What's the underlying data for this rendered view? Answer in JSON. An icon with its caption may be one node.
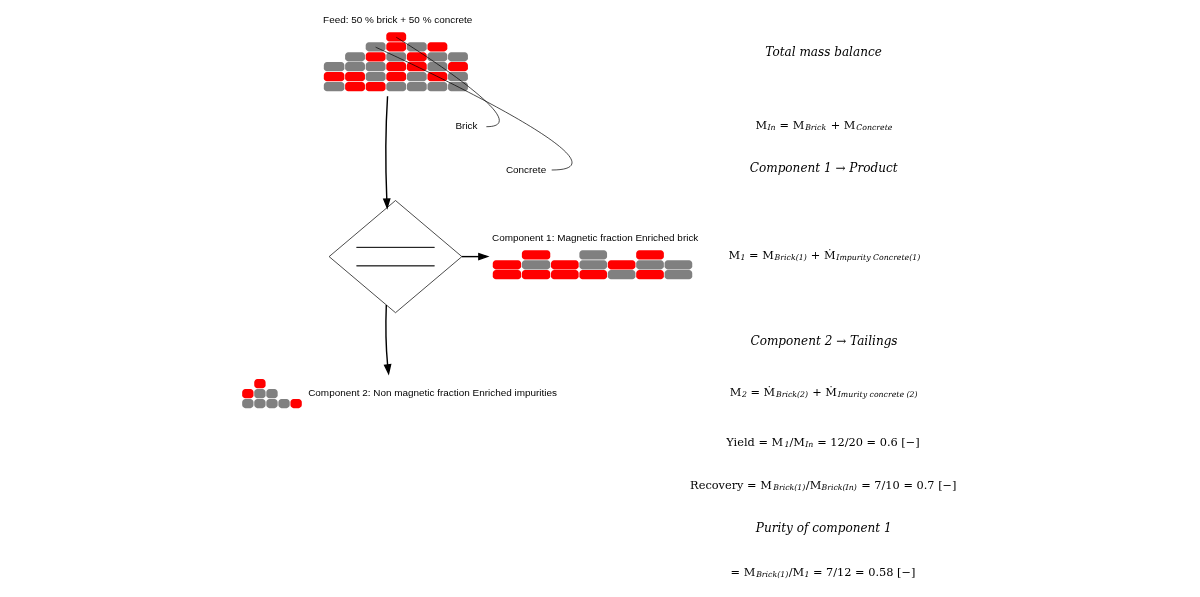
{
  "diagram": {
    "nodes": [
      {
        "text": [],
        "shape": "picture",
        "beside": [
          "Feed: 50 % brick + 50 % concrete"
        ]
      },
      {
        "text": [],
        "shape": "diamond"
      },
      {
        "text": [],
        "shape": "picture",
        "beside": [
          "Component 1: Magnetic fraction Enriched brick"
        ]
      },
      {
        "text": [],
        "shape": "picture",
        "beside": [
          "Component 2: Non magnetic fraction Enriched impurities"
        ]
      },
      {
        "text": [
          "Brick"
        ]
      },
      {
        "text": [
          "Concrete"
        ]
      }
    ],
    "edges": [
      {
        "from": 0,
        "to": 1,
        "arrow": "to"
      },
      {
        "from": 1,
        "to": 2,
        "arrow": "to"
      },
      {
        "from": 1,
        "to": 3,
        "arrow": "to"
      },
      {
        "from": 4,
        "to": 0,
        "arrow": "none"
      },
      {
        "from": 5,
        "to": 0,
        "arrow": "none"
      }
    ],
    "labels": [
      "Total mass balance",
      "M$_{In}$ = M$_{Brick}$ + M$_{Concrete}$",
      "Component 1 → Product",
      "M$_{1}$ = M$_{Brick(1)}$ + Ṁ$_{Impurity Concrete(1)}$",
      "Component 2 → Tailings",
      "M$_{2}$ = Ṁ$_{Brick(2)}$ + Ṁ$_{Imurity concrete (2)}$",
      "Yield = M$_{1}$/M$_{In}$ = 12/20 = 0.6 [−]",
      "Recovery = M$_{Brick(1)}$/M$_{Brick(In)}$ = 7/10 = 0.7 [−]",
      "Purity of component 1",
      "= M$_{Brick(1)}$/M$_{1}$ = 7/12 = 0.58 [−]"
    ]
  }
}
